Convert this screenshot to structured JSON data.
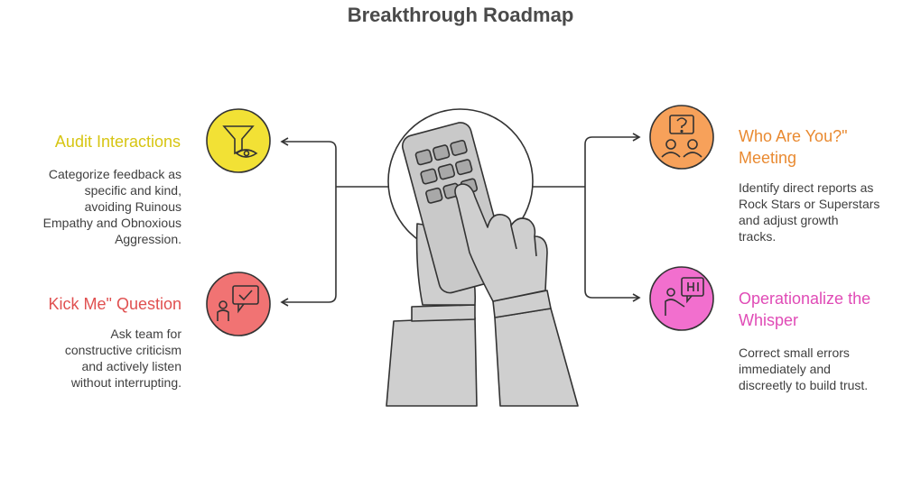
{
  "title": "Breakthrough Roadmap",
  "colors": {
    "yellow": "#f2e135",
    "red": "#f17373",
    "orange": "#f7a15a",
    "pink": "#f26fce",
    "yellow_text": "#d7c512",
    "red_text": "#e05050",
    "orange_text": "#e98a31",
    "pink_text": "#e04bb6"
  },
  "items": [
    {
      "title": "Audit Interactions",
      "description": [
        "Categorize feedback as",
        "specific and kind,",
        "avoiding Ruinous",
        "Empathy and Obnoxious",
        "Aggression."
      ],
      "icon": "filter-eye-icon"
    },
    {
      "title": "Kick Me\" Question",
      "description": [
        "Ask team for",
        "constructive criticism",
        "and actively listen",
        "without interrupting."
      ],
      "icon": "person-chat-check-icon"
    },
    {
      "title": [
        "Who Are You?\"",
        "Meeting"
      ],
      "description": [
        "Identify direct reports as",
        "Rock Stars or Superstars",
        "and adjust growth",
        "tracks."
      ],
      "icon": "people-question-icon"
    },
    {
      "title": [
        "Operationalize the",
        "Whisper"
      ],
      "description": [
        "Correct small errors",
        "immediately and",
        "discreetly to build trust."
      ],
      "icon": "person-hi-speech-icon"
    }
  ],
  "center_icon": "hand-remote-control-icon"
}
